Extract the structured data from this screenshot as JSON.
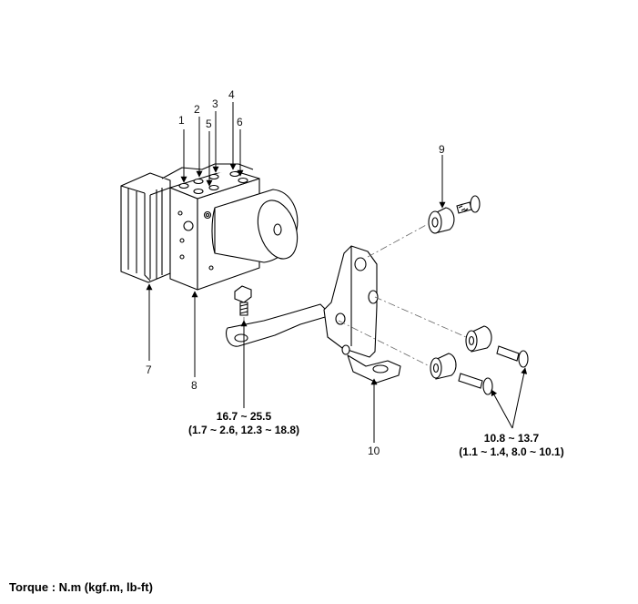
{
  "callouts": [
    "1",
    "2",
    "3",
    "4",
    "5",
    "6",
    "7",
    "8",
    "9",
    "10"
  ],
  "torque_specs": [
    {
      "value": "16.7 ~ 25.5",
      "conversion": "(1.7 ~ 2.6, 12.3 ~ 18.8)"
    },
    {
      "value": "10.8 ~ 13.7",
      "conversion": "(1.1 ~ 1.4, 8.0 ~ 10.1)"
    }
  ],
  "footer": "Torque : N.m (kgf.m, lb-ft)"
}
